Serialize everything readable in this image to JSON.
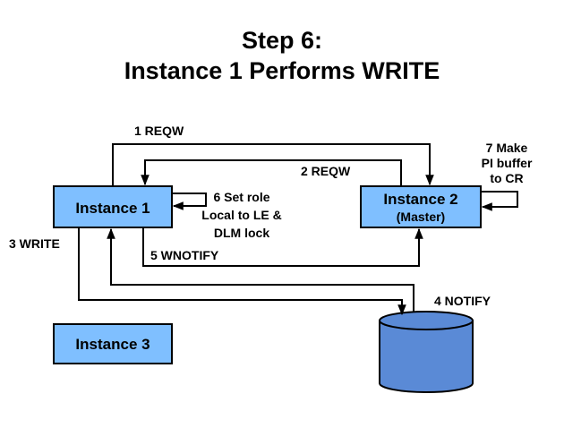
{
  "title": {
    "line1": "Step 6:",
    "line2": "Instance 1 Performs WRITE"
  },
  "nodes": {
    "instance1": "Instance 1",
    "instance2": "Instance 2",
    "instance2_sub": "(Master)",
    "instance3": "Instance 3"
  },
  "steps": {
    "s1": "1 REQW",
    "s2": "2 REQW",
    "s3": "3 WRITE",
    "s4": "4 NOTIFY",
    "s5": "5 WNOTIFY",
    "s6": [
      "6 Set role",
      "Local to LE &",
      "DLM lock"
    ],
    "s7": [
      "7 Make",
      "PI buffer",
      "to CR"
    ]
  },
  "colors": {
    "box_fill": "#7fbfff",
    "disk_fill": "#5a8ad6",
    "line": "#000000"
  }
}
